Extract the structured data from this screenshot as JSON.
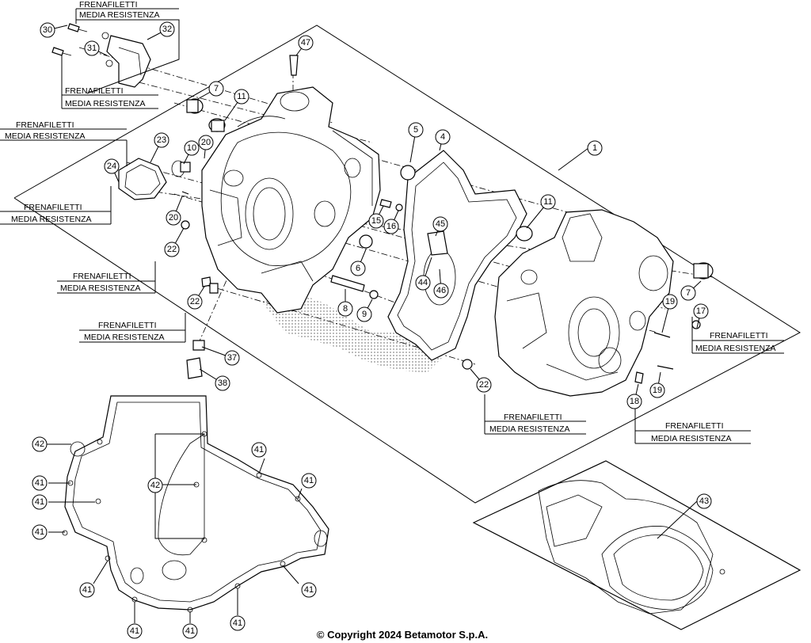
{
  "note_text": {
    "line1": "FRENAFILETTI",
    "line2": "MEDIA RESISTENZA"
  },
  "callouts": [
    "1",
    "4",
    "5",
    "6",
    "7",
    "8",
    "9",
    "10",
    "11",
    "15",
    "16",
    "17",
    "18",
    "19",
    "20",
    "22",
    "23",
    "24",
    "30",
    "31",
    "32",
    "37",
    "38",
    "41",
    "42",
    "43",
    "44",
    "45",
    "46",
    "47"
  ],
  "copyright": "© Copyright 2024 Betamotor S.p.A."
}
